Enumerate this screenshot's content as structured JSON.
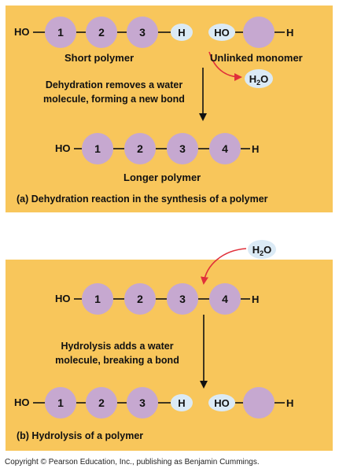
{
  "panel_a": {
    "short_polymer_label": "Short polymer",
    "unlinked_monomer_label": "Unlinked monomer",
    "arrow_caption_line1": "Dehydration removes a water",
    "arrow_caption_line2": "molecule, forming a new bond",
    "longer_polymer_label": "Longer polymer",
    "title": "(a) Dehydration reaction in the synthesis of a polymer"
  },
  "panel_b": {
    "arrow_caption_line1": "Hydrolysis adds a water",
    "arrow_caption_line2": "molecule, breaking a bond",
    "title": "(b) Hydrolysis of a polymer"
  },
  "chem": {
    "ho": "HO",
    "h": "H",
    "water_main": "H",
    "water_sub": "2",
    "water_end": "O"
  },
  "monomers": {
    "m1": "1",
    "m2": "2",
    "m3": "3",
    "m4": "4"
  },
  "footer": "Copyright © Pearson Education, Inc., publishing as Benjamin Cummings.",
  "colors": {
    "background_panel": "#f8c65b",
    "monomer": "#c6a8d0",
    "h_bubble": "#dbeaf5",
    "red_arrow": "#e0303a"
  }
}
